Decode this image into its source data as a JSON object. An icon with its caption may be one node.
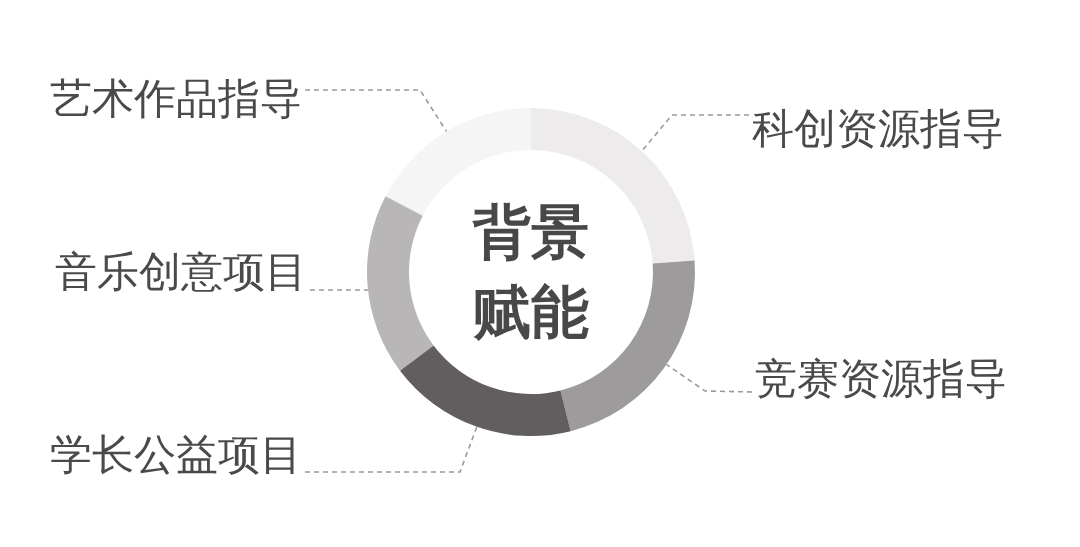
{
  "diagram": {
    "nodes": [
      {
        "text": [
          "艺术作品指导"
        ]
      },
      {
        "text": [
          "科创资源指导"
        ]
      },
      {
        "text": [
          "背景赋能"
        ]
      },
      {
        "text": [
          "音乐创意项目"
        ]
      },
      {
        "text": [
          "竞赛资源指导"
        ]
      },
      {
        "text": [
          "学长公益项目"
        ]
      },
      {
        "text": [],
        "shape": "arc"
      },
      {
        "text": [],
        "shape": "arc"
      },
      {
        "text": [],
        "shape": "arc"
      },
      {
        "text": [],
        "shape": "arc"
      },
      {
        "text": [],
        "shape": "arc"
      }
    ],
    "edges": [
      {
        "from": 0,
        "to": 6,
        "arrow": "none",
        "style": "dashed"
      },
      {
        "from": 1,
        "to": 7,
        "arrow": "none",
        "style": "dashed"
      },
      {
        "from": 3,
        "to": 8,
        "arrow": "none",
        "style": "dashed"
      },
      {
        "from": 4,
        "to": 9,
        "arrow": "none",
        "style": "dashed"
      },
      {
        "from": 5,
        "to": 10,
        "arrow": "none",
        "style": "dashed"
      }
    ]
  }
}
